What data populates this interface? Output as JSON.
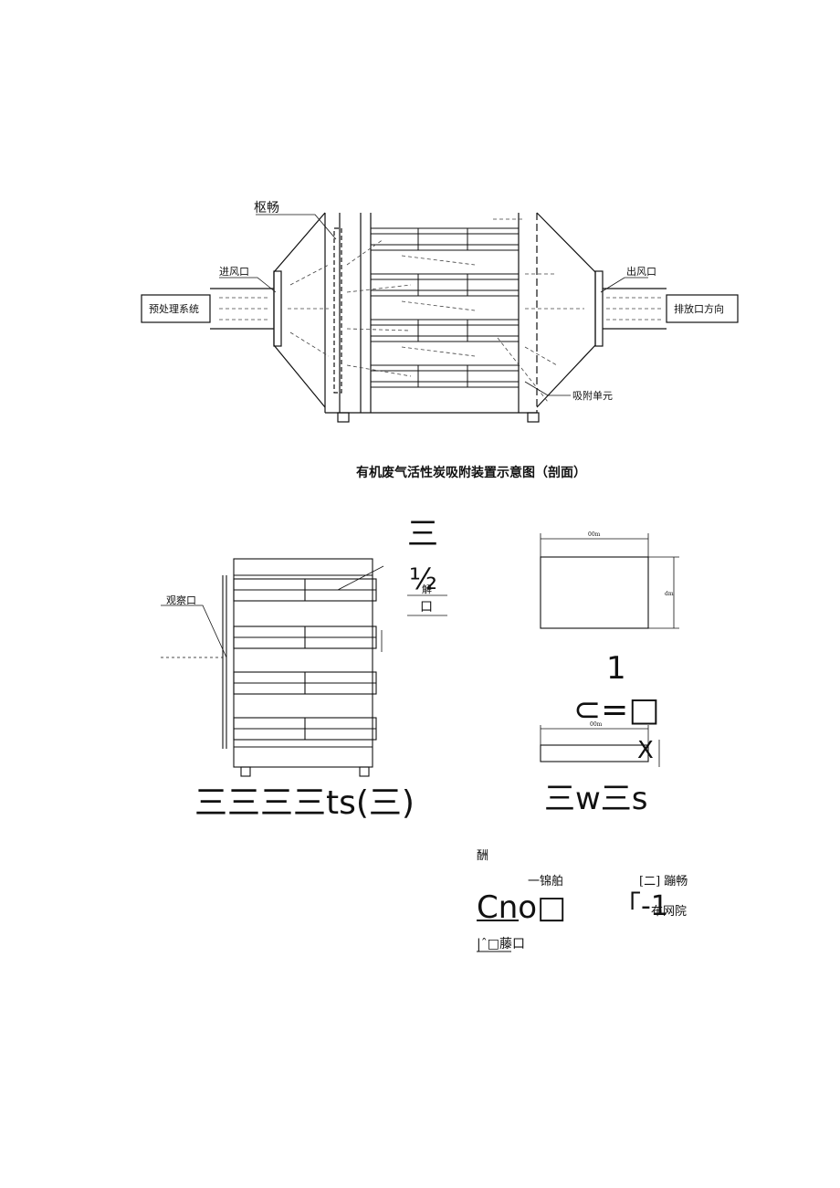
{
  "top_diagram": {
    "caption": "有机废气活性炭吸附装置示意图（剖面）",
    "label_top": "枢畅",
    "label_inlet": "进风口",
    "label_outlet": "出风口",
    "label_pretreat": "预处理系统",
    "label_exhaust": "排放口方向",
    "label_unit": "吸附单元"
  },
  "front_view": {
    "label_port": "观察口",
    "glyph_top": "三",
    "glyph_half": "½",
    "glyph_small": "解",
    "glyph_box": "口",
    "caption": "三三三三ts(三)"
  },
  "side_view": {
    "dim_top": "00m",
    "dim_side": "dm",
    "dim_bottom": "00m",
    "glyph_one": "1",
    "glyph_formula": "⊂=□",
    "caption": "三w三s"
  },
  "legend": {
    "heading": "酬",
    "item1": "一锦舶",
    "item2": "[二] 蹦畅",
    "big_code": "Cno□",
    "bracket_code": "「-1",
    "item3": "布网院",
    "item4": "|ˆ□藤口"
  }
}
